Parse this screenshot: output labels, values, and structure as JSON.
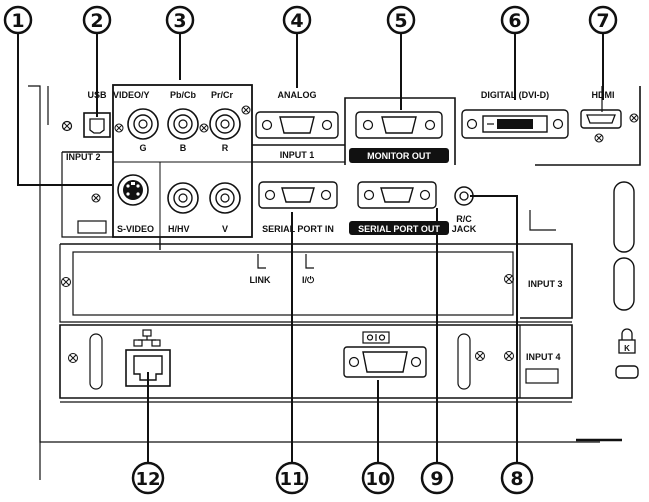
{
  "callouts": [
    "1",
    "2",
    "3",
    "4",
    "5",
    "6",
    "7",
    "8",
    "9",
    "10",
    "11",
    "12"
  ],
  "labels": {
    "usb": "USB",
    "video_y": "VIDEO/Y",
    "pb_cb": "Pb/Cb",
    "pr_cr": "Pr/Cr",
    "analog": "ANALOG",
    "digital_dvi": "DIGITAL (DVI-D)",
    "hdmi": "HDMI",
    "input_2": "INPUT 2",
    "g": "G",
    "b": "B",
    "r": "R",
    "input_1": "INPUT 1",
    "monitor_out": "MONITOR OUT",
    "s_video": "S-VIDEO",
    "h_hv": "H/HV",
    "v": "V",
    "serial_port_in": "SERIAL PORT IN",
    "serial_port_out": "SERIAL PORT OUT",
    "rc": "R/C",
    "jack": "JACK",
    "link": "LINK",
    "io": "I/⏻",
    "input_3": "INPUT 3",
    "input_4": "INPUT 4"
  }
}
